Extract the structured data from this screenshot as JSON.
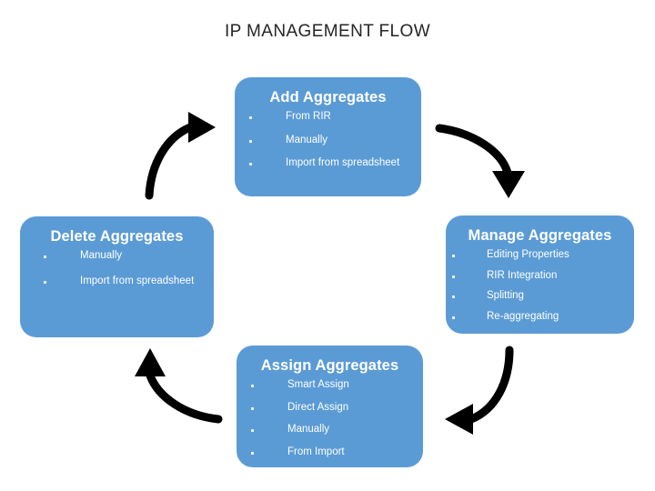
{
  "slide": {
    "title": "IP MANAGEMENT FLOW",
    "background_color": "#ffffff",
    "accent_color": "#5b9bd5",
    "title_color": "#262626",
    "arrow_color": "#000000"
  },
  "nodes": [
    {
      "id": "add",
      "title": "Add Aggregates",
      "bullets": [
        "From RIR",
        "Manually",
        "Import from spreadsheet"
      ]
    },
    {
      "id": "manage",
      "title": "Manage Aggregates",
      "bullets": [
        "Editing Properties",
        "RIR Integration",
        "Splitting",
        "Re-aggregating"
      ]
    },
    {
      "id": "assign",
      "title": "Assign Aggregates",
      "bullets": [
        "Smart Assign",
        "Direct Assign",
        "Manually",
        "From Import"
      ]
    },
    {
      "id": "delete",
      "title": "Delete Aggregates",
      "bullets": [
        "Manually",
        "Import from spreadsheet"
      ]
    }
  ],
  "arrows": [
    {
      "id": "add-to-manage",
      "from": "add",
      "to": "manage",
      "direction": "down"
    },
    {
      "id": "manage-to-assign",
      "from": "manage",
      "to": "assign",
      "direction": "left"
    },
    {
      "id": "assign-to-delete",
      "from": "assign",
      "to": "delete",
      "direction": "up"
    },
    {
      "id": "delete-to-add",
      "from": "delete",
      "to": "add",
      "direction": "right"
    }
  ]
}
